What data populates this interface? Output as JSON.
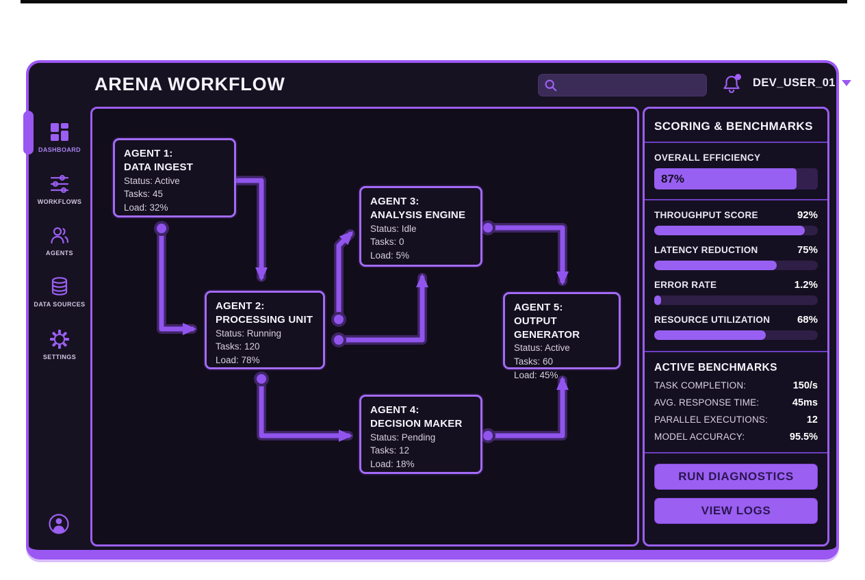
{
  "app": {
    "title": "ARENA WORKFLOW"
  },
  "header": {
    "search_placeholder": "",
    "user": "DEV_USER_01",
    "icons": [
      "search-icon",
      "bell-icon",
      "caret-down-icon"
    ]
  },
  "sidebar": {
    "items": [
      {
        "label": "DASHBOARD",
        "icon": "dashboard-grid-icon",
        "active": true
      },
      {
        "label": "WORKFLOWS",
        "icon": "sliders-icon",
        "active": false
      },
      {
        "label": "AGENTS",
        "icon": "people-icon",
        "active": false
      },
      {
        "label": "DATA SOURCES",
        "icon": "database-icon",
        "active": false
      },
      {
        "label": "SETTINGS",
        "icon": "gear-icon",
        "active": false
      }
    ],
    "profile_icon": "user-circle-icon"
  },
  "workflow": {
    "nodes": [
      {
        "title": "AGENT 1:\nDATA INGEST",
        "status": "Status: Active",
        "tasks": "Tasks: 45",
        "load": "Load: 32%"
      },
      {
        "title": "AGENT 2:\nPROCESSING UNIT",
        "status": "Status: Running",
        "tasks": "Tasks: 120",
        "load": "Load: 78%"
      },
      {
        "title": "AGENT 3:\nANALYSIS ENGINE",
        "status": "Status: Idle",
        "tasks": "Tasks: 0",
        "load": "Load: 5%"
      },
      {
        "title": "AGENT 4:\nDECISION MAKER",
        "status": "Status: Pending",
        "tasks": "Tasks: 12",
        "load": "Load: 18%"
      },
      {
        "title": "AGENT 5:\nOUTPUT GENERATOR",
        "status": "Status: Active",
        "tasks": "Tasks: 60",
        "load": "Load: 45%"
      }
    ],
    "connections": [
      "agent1-bottom to agent2-left",
      "agent1-right to agent2-top",
      "agent2-right to agent3-left",
      "agent2-right to agent3-bottom",
      "agent3-right to agent5-top",
      "agent2-bottom to agent4-left",
      "agent4-right to agent5-bottom"
    ]
  },
  "scoring": {
    "title": "SCORING & BENCHMARKS",
    "overall": {
      "label": "OVERALL EFFICIENCY",
      "value": "87%",
      "pct": 87
    },
    "metrics": [
      {
        "label": "THROUGHPUT SCORE",
        "value": "92%",
        "pct": 92
      },
      {
        "label": "LATENCY REDUCTION",
        "value": "75%",
        "pct": 75
      },
      {
        "label": "ERROR RATE",
        "value": "1.2%",
        "pct": 4
      },
      {
        "label": "RESOURCE UTILIZATION",
        "value": "68%",
        "pct": 68
      }
    ]
  },
  "benchmarks": {
    "title": "ACTIVE BENCHMARKS",
    "rows": [
      {
        "label": "TASK COMPLETION:",
        "value": "150/s"
      },
      {
        "label": "AVG. RESPONSE TIME:",
        "value": "45ms"
      },
      {
        "label": "PARALLEL EXECUTIONS:",
        "value": "12"
      },
      {
        "label": "MODEL ACCURACY:",
        "value": "95.5%"
      }
    ]
  },
  "actions": {
    "run": "RUN DIAGNOSTICS",
    "view": "VIEW LOGS"
  },
  "colors": {
    "accent": "#9b5ff2",
    "edge": "#9155ee",
    "edge_halo": "#3f2566",
    "track": "#2f1e45",
    "window_bg": "#171221",
    "canvas_bg": "#120d1a",
    "button_text": "#2b1651"
  }
}
